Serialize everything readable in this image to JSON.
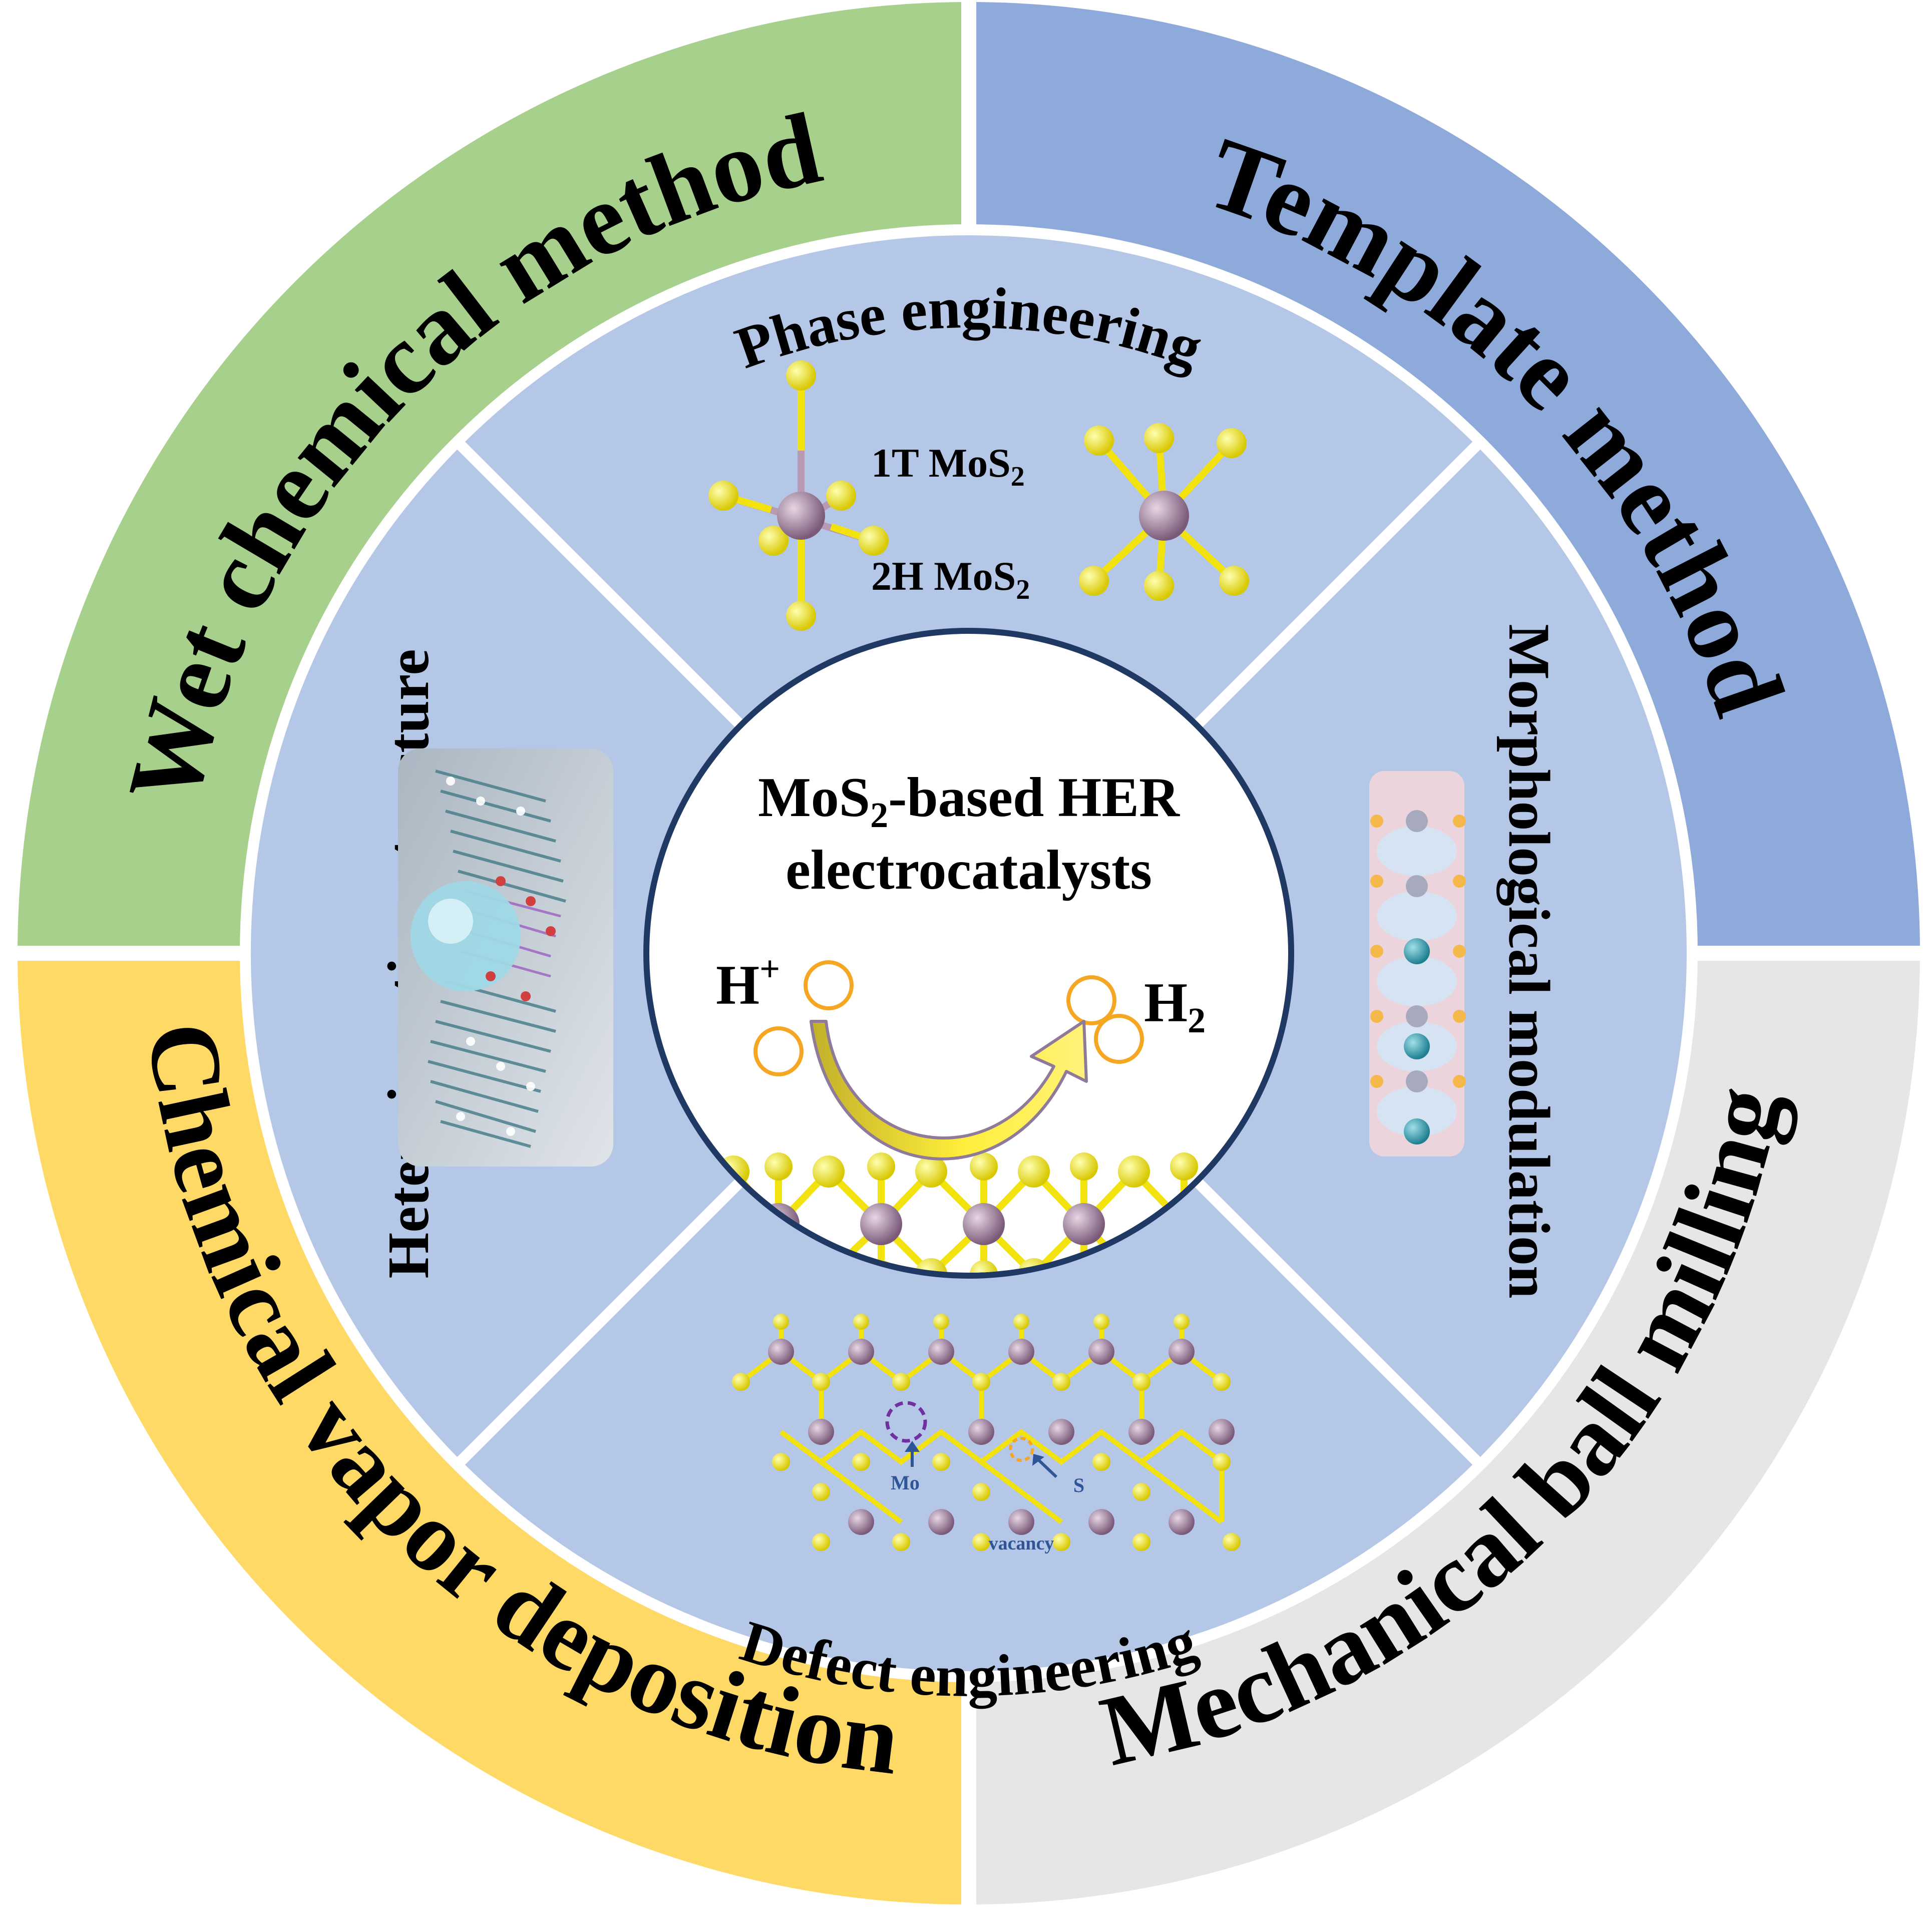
{
  "colors": {
    "wet": "#a8d08d",
    "template": "#8eaadb",
    "cvd": "#ffd966",
    "milling": "#e7e6e6",
    "inner_ring": "#b4c7e7",
    "center_border": "#1f3864",
    "sulfur": "#f2e20d",
    "molybdenum": "#a0829e",
    "arrow": "#ffe600",
    "bubble": "#f5a623"
  },
  "outer": {
    "wet": "Wet chemical method",
    "template": "Template method",
    "cvd": "Chemical vapor deposition",
    "milling": "Mechanical ball milling"
  },
  "inner": {
    "phase": "Phase engineering",
    "morph": "Morphological modulation",
    "defect": "Defect engineering",
    "hetero": "Heterojunction structure"
  },
  "phase_labels": {
    "t1_prefix": "1T MoS",
    "t1_sub": "2",
    "h2_prefix": "2H MoS",
    "h2_sub": "2"
  },
  "defect_labels": {
    "mo": "Mo",
    "s": "S",
    "vacancy": "vacancy"
  },
  "center": {
    "title_prefix": "MoS",
    "title_sub": "2",
    "title_suffix": "-based HER",
    "title_line2": "electrocatalysts",
    "h_plus_base": "H",
    "h_plus_sup": "+",
    "h2_base": "H",
    "h2_sub": "2"
  },
  "icons": {
    "hetero_image": "heterojunction-structure-image",
    "morph_image": "charge-density-image",
    "center_lattice": "mos2-lattice-icon"
  }
}
